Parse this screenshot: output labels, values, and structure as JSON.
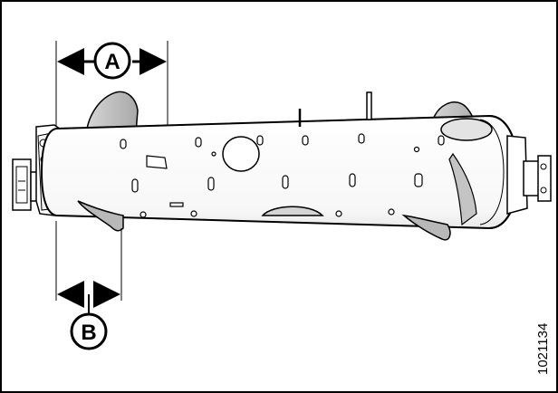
{
  "callouts": {
    "a": "A",
    "b": "B"
  },
  "figure_number": "1021134"
}
